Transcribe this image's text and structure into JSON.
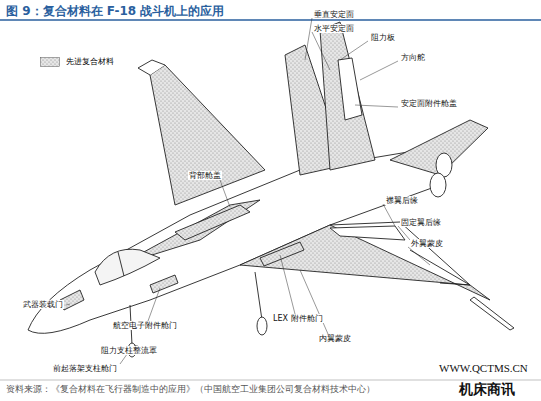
{
  "diagram": {
    "title": "图 9：复合材料在 F-18 战斗机上的应用",
    "caption": "资料来源：《复合材料在飞行器制造中的应用》（中国航空工业集团公司复合材料技术中心）",
    "labels": [
      "垂直安定面",
      "水平安定面",
      "阻力板",
      "方向舵",
      "安定面附件舱盖",
      "背部舱盖",
      "襟翼后缘",
      "固定翼后缘",
      "外翼蒙皮",
      "武器装载门",
      "航空电子附件舱门",
      "阻力支柱整流罩",
      "前起落架支柱舱门",
      "内翼蒙皮",
      "LEX 附件舱门",
      "WWW.QCTMS.CN",
      "机床商讯"
    ],
    "legend": [
      {
        "text": "先进复合材料"
      }
    ]
  }
}
